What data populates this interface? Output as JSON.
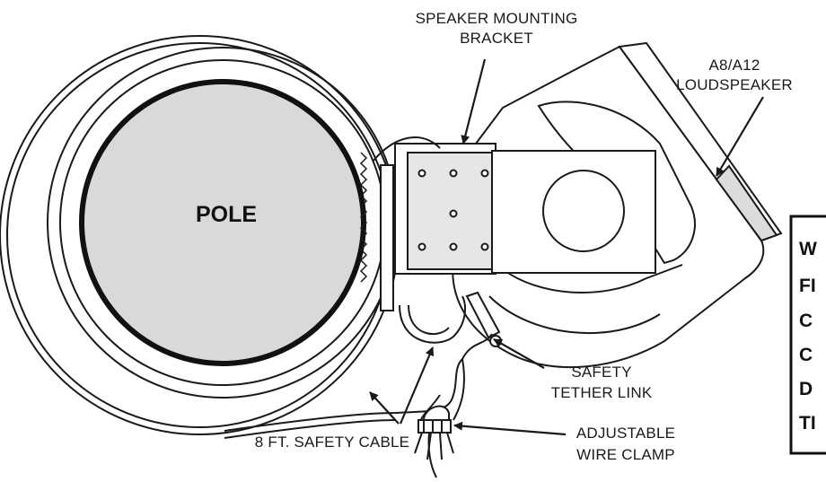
{
  "labels": {
    "pole": "POLE",
    "bracket_line1": "SPEAKER MOUNTING",
    "bracket_line2": "BRACKET",
    "speaker_line1": "A8/A12",
    "speaker_line2": "LOUDSPEAKER",
    "tether_line1": "SAFETY",
    "tether_line2": "TETHER LINK",
    "cable": "8 FT. SAFETY CABLE",
    "clamp_line1": "ADJUSTABLE",
    "clamp_line2": "WIRE CLAMP"
  },
  "warning_box": {
    "lines": [
      "W",
      "FI",
      "C",
      "C",
      "D",
      "TI"
    ]
  },
  "colors": {
    "line": "#1a1a1a",
    "pole_fill": "#d9d9d9",
    "background": "#ffffff"
  }
}
